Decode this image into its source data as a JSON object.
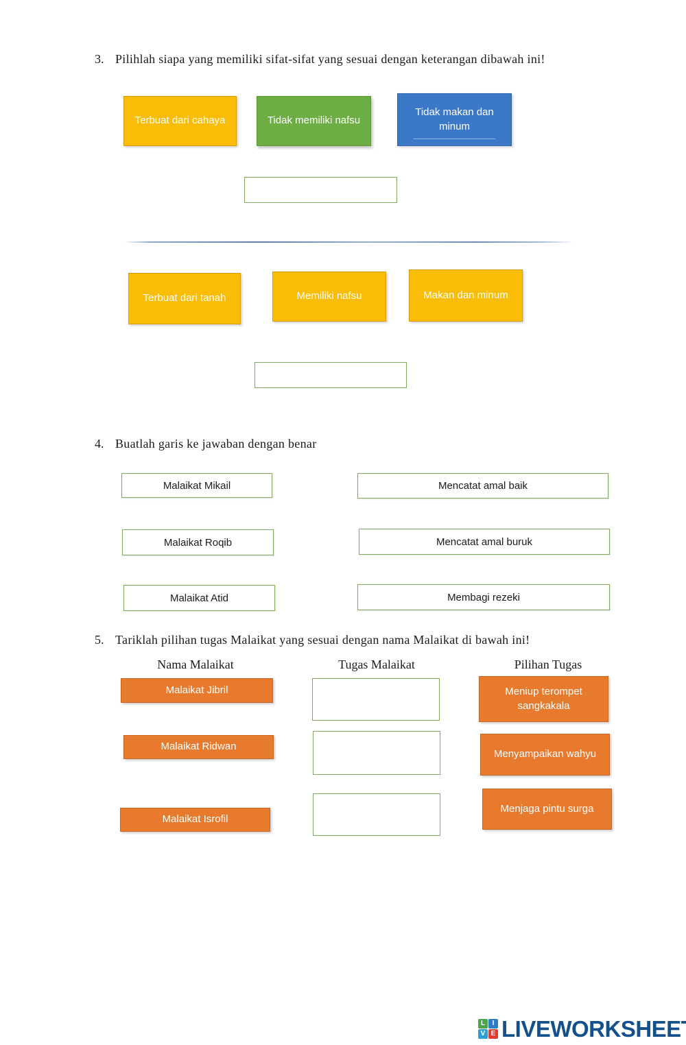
{
  "questions": [
    {
      "number": "3.",
      "prompt": "Pilihlah siapa yang memiliki sifat-sifat yang sesuai dengan keterangan dibawah ini!",
      "group_a": [
        {
          "label": "Terbuat dari cahaya",
          "color": "#F9BC07"
        },
        {
          "label": "Tidak memiliki nafsu",
          "color": "#6CAE43"
        },
        {
          "label": "Tidak makan dan minum",
          "color": "#3C78C8"
        }
      ],
      "group_a_answer": {
        "value": "",
        "placeholder": ""
      },
      "group_b": [
        {
          "label": "Terbuat dari tanah",
          "color": "#F9BC07"
        },
        {
          "label": "Memiliki nafsu",
          "color": "#F9BC07"
        },
        {
          "label": "Makan dan minum",
          "color": "#F9BC07"
        }
      ],
      "group_b_answer": {
        "value": "",
        "placeholder": ""
      }
    },
    {
      "number": "4.",
      "prompt": "Buatlah garis ke jawaban dengan benar",
      "left_items": [
        {
          "label": "Malaikat Mikail"
        },
        {
          "label": "Malaikat Roqib"
        },
        {
          "label": "Malaikat Atid"
        }
      ],
      "right_items": [
        {
          "label": "Mencatat amal baik"
        },
        {
          "label": "Mencatat amal buruk"
        },
        {
          "label": "Membagi rezeki"
        }
      ]
    },
    {
      "number": "5.",
      "prompt": "Tariklah pilihan tugas Malaikat yang sesuai dengan nama Malaikat di bawah ini!",
      "headers": [
        "Nama Malaikat",
        "Tugas Malaikat",
        "Pilihan Tugas"
      ],
      "names": [
        {
          "label": "Malaikat Jibril",
          "color": "#E87A2E"
        },
        {
          "label": "Malaikat Ridwan",
          "color": "#E87A2E"
        },
        {
          "label": "Malaikat Isrofil",
          "color": "#E87A2E"
        }
      ],
      "answers": [
        {
          "value": "",
          "placeholder": ""
        },
        {
          "value": "",
          "placeholder": ""
        },
        {
          "value": "",
          "placeholder": ""
        }
      ],
      "options": [
        {
          "label": "Meniup terompet sangkakala",
          "color": "#E87A2E"
        },
        {
          "label": "Menyampaikan wahyu",
          "color": "#E87A2E"
        },
        {
          "label": "Menjaga pintu surga",
          "color": "#E87A2E"
        }
      ]
    }
  ],
  "footer": {
    "brand": "LIVEWORKSHEETS",
    "logo_tiles": [
      {
        "letter": "L",
        "color": "#4CA64C"
      },
      {
        "letter": "I",
        "color": "#2E7DC4"
      },
      {
        "letter": "V",
        "color": "#2E9FD4"
      },
      {
        "letter": "E",
        "color": "#E03C2E"
      }
    ],
    "brand_color": "#14508C"
  },
  "colors": {
    "yellow": "#F9BC07",
    "green": "#6CAE43",
    "blue": "#3C78C8",
    "orange": "#E87A2E",
    "box_border": "#7FA860",
    "divider": "#6F8DB4"
  }
}
